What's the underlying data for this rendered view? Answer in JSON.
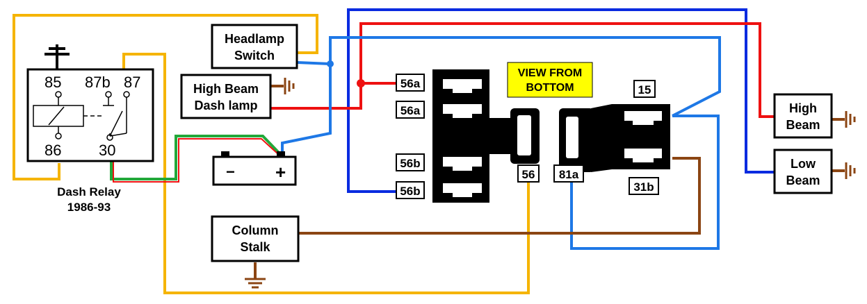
{
  "colors": {
    "yellow": "#F5B400",
    "blue": "#0A2BE0",
    "light_blue": "#1E78E6",
    "red": "#EE1111",
    "green": "#22A83A",
    "brown": "#8B4513",
    "note_bg": "#FFFF00",
    "note_text": "#EE0000"
  },
  "relay": {
    "pins": {
      "p85": "85",
      "p87b": "87b",
      "p87": "87",
      "p86": "86",
      "p30": "30"
    },
    "title_line1": "Dash Relay",
    "title_line2": "1986-93"
  },
  "components": {
    "headlamp_switch": {
      "line1": "Headlamp",
      "line2": "Switch"
    },
    "high_beam_dash_lamp": {
      "line1": "High Beam",
      "line2": "Dash lamp"
    },
    "column_stalk": {
      "line1": "Column",
      "line2": "Stalk"
    },
    "high_beam": {
      "line1": "High",
      "line2": "Beam"
    },
    "low_beam": {
      "line1": "Low",
      "line2": "Beam"
    },
    "battery": {
      "minus": "−",
      "plus": "+"
    }
  },
  "connector_labels": {
    "pin_56a_top": "56a",
    "pin_56a_bottom": "56a",
    "pin_56b_top": "56b",
    "pin_56b_bottom": "56b",
    "pin_56": "56",
    "pin_81a": "81a",
    "pin_15": "15",
    "pin_31b": "31b"
  },
  "note": {
    "line1": "VIEW FROM",
    "line2": "BOTTOM"
  }
}
